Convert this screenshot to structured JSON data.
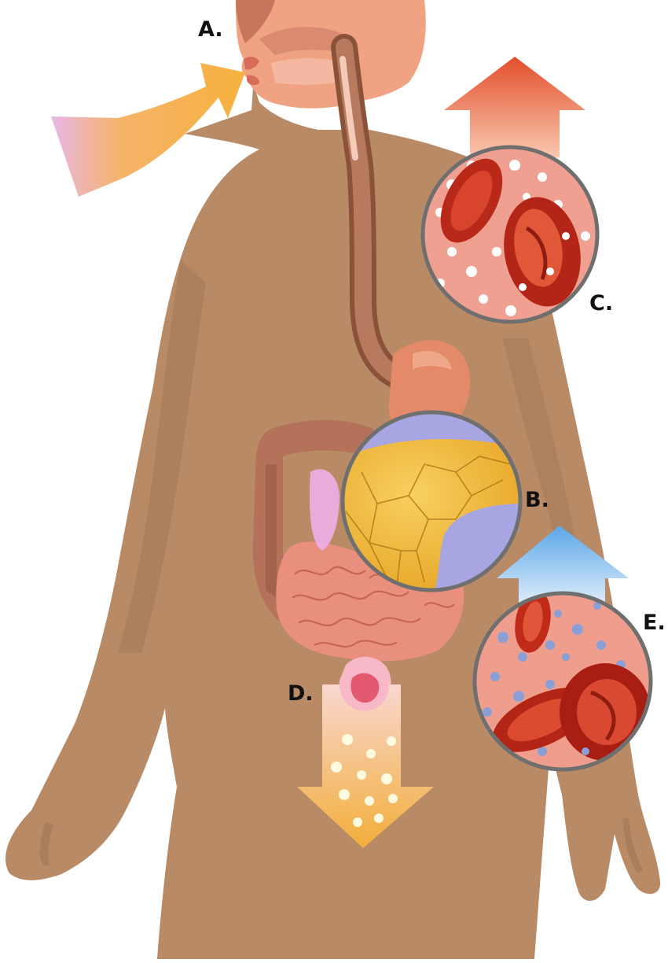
{
  "labels": {
    "a": "A.",
    "b": "B.",
    "c": "C.",
    "d": "D.",
    "e": "E."
  },
  "colors": {
    "skin": "#b88a66",
    "skin_shadow": "#a27655",
    "face": "#f0a382",
    "esophagus": "#a5684c",
    "stomach": "#e58a68",
    "intestine": "#e98f7e",
    "colon": "#b5725a",
    "blood_cell": "#c5311c",
    "plasma": "#f0a090",
    "fat_yellow": "#f1b93a",
    "fat_purple": "#a7a6e3",
    "arrow_in": "#f5b14a",
    "arrow_out_red": "#ea5a30",
    "arrow_blue": "#6fb3ec",
    "arrow_down": "#f2b84c"
  }
}
